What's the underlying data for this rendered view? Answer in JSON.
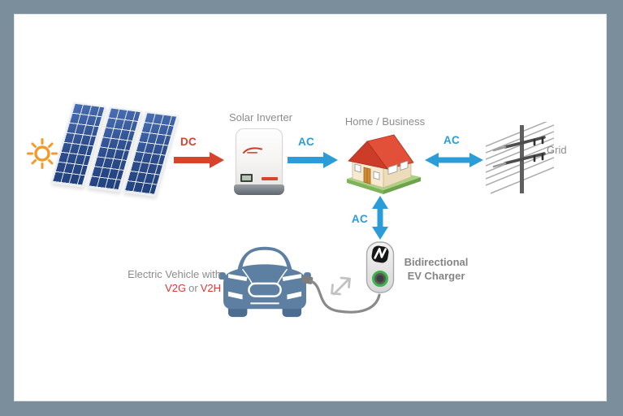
{
  "labels": {
    "solar_inverter": "Solar Inverter",
    "home_business": "Home / Business",
    "grid": "Grid",
    "dc": "DC",
    "ac_inverter_to_home": "AC",
    "ac_home_to_grid": "AC",
    "ac_home_to_charger": "AC",
    "charger_line1": "Bidirectional",
    "charger_line2": "EV Charger",
    "ev_line1": "Electric Vehicle with",
    "v2g": "V2G",
    "or": "or",
    "v2h": "V2H"
  },
  "colors": {
    "frame": "#7A8F9B",
    "dc_red": "#D8432C",
    "ac_blue": "#2A9CD7",
    "label_gray": "#8C8C8C",
    "v2_red": "#E23434",
    "car_blue": "#5D7FA1",
    "panel_blue": "#34579E",
    "roof_red": "#D6422E",
    "charger_ring_green": "#3CB54A"
  },
  "icons": {
    "sun": "sun-icon",
    "solar_panels": "solar-panel-array-icon",
    "solar_inverter": "solar-inverter-icon",
    "house": "house-icon",
    "utility_pole": "utility-pole-icon",
    "ev_car": "electric-car-icon",
    "ev_charger": "ev-charger-icon",
    "charging_cable": "charging-cable-icon",
    "car_charger_exchange": "bidirectional-exchange-arrow-icon"
  }
}
